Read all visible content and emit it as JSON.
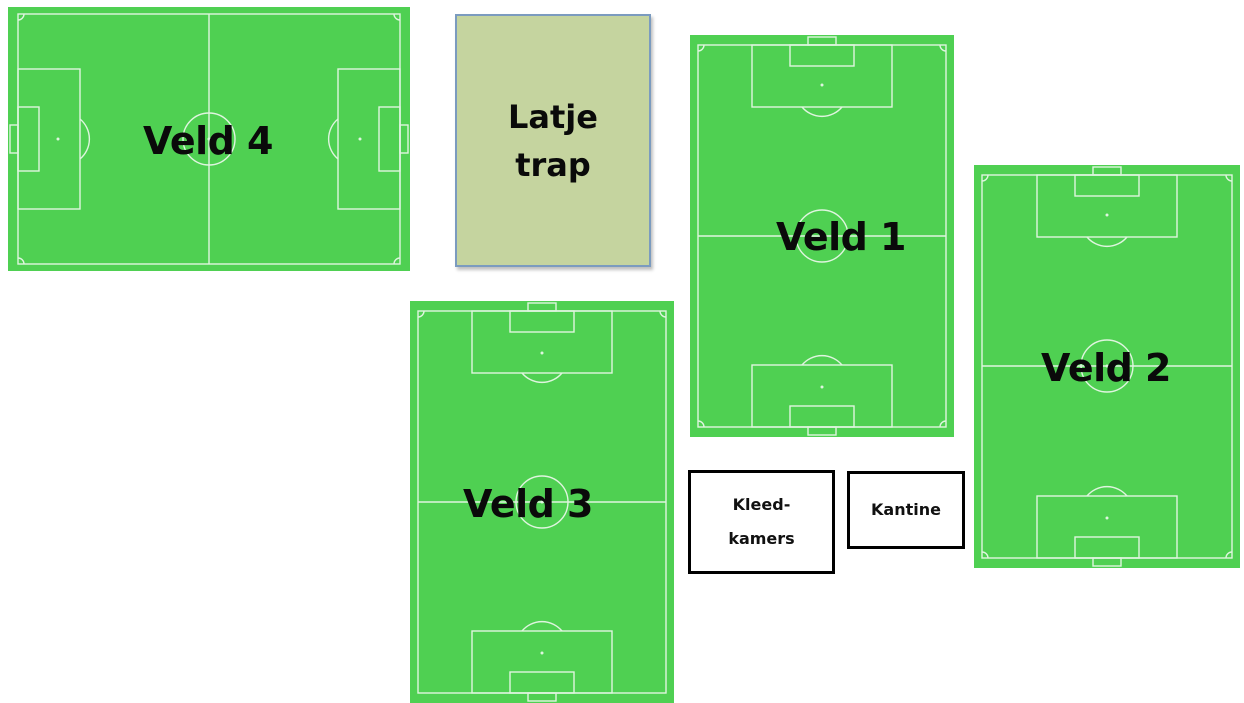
{
  "fields": {
    "veld4": {
      "label": "Veld 4"
    },
    "veld1": {
      "label": "Veld 1"
    },
    "veld2": {
      "label": "Veld 2"
    },
    "veld3": {
      "label": "Veld 3"
    }
  },
  "buildings": {
    "latje_trap": {
      "line1": "Latje",
      "line2": "trap"
    },
    "kleedkamers": {
      "line1": "Kleed-",
      "line2": "kamers"
    },
    "kantine": {
      "label": "Kantine"
    }
  },
  "colors": {
    "grass": "#4fd052",
    "lines": "#dff5df",
    "latje_fill": "#c5d49f",
    "latje_border": "#7b9bbf"
  }
}
